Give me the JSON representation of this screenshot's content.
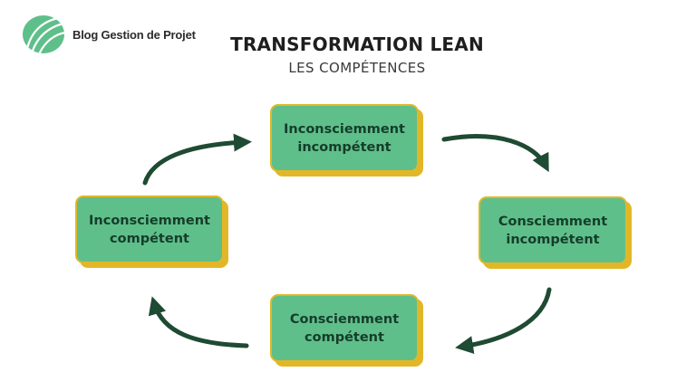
{
  "logo": {
    "text": "Blog Gestion de Projet",
    "icon": "leaf-logo-icon",
    "color": "#5fbf8a"
  },
  "title": "TRANSFORMATION LEAN",
  "subtitle": "LES COMPÉTENCES",
  "colors": {
    "box_fill": "#5fbf8a",
    "box_border": "#e2b727",
    "box_text": "#153d2a",
    "arrow": "#1f4a33"
  },
  "stages": [
    {
      "line1": "Inconsciemment",
      "line2": "incompétent"
    },
    {
      "line1": "Consciemment",
      "line2": "incompétent"
    },
    {
      "line1": "Consciemment",
      "line2": "compétent"
    },
    {
      "line1": "Inconsciemment",
      "line2": "compétent"
    }
  ]
}
